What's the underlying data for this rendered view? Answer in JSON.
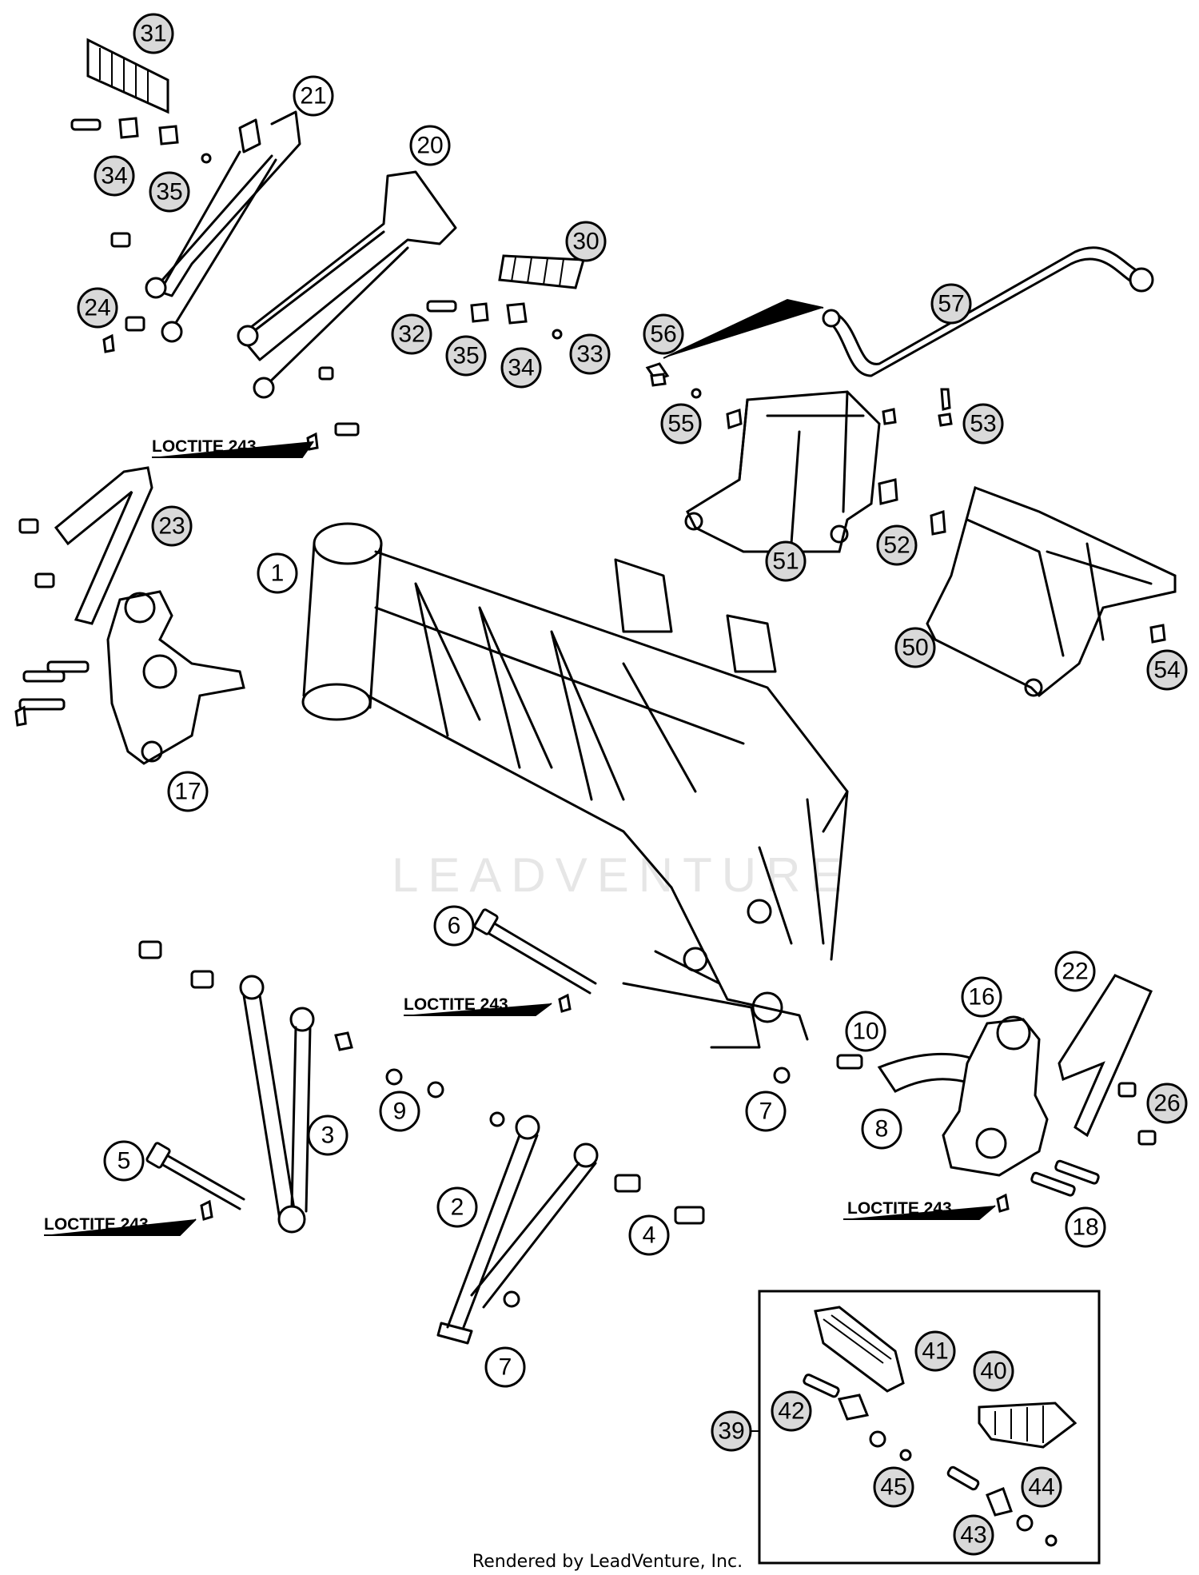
{
  "diagram": {
    "watermark": "LEADVENTURE",
    "footer": "Rendered by LeadVenture, Inc.",
    "notes": {
      "loctite": "LOCTITE 243"
    },
    "callouts": {
      "c1": "1",
      "c2": "2",
      "c3": "3",
      "c4": "4",
      "c5": "5",
      "c6": "6",
      "c7a": "7",
      "c7b": "7",
      "c8": "8",
      "c9": "9",
      "c10": "10",
      "c16": "16",
      "c17": "17",
      "c18": "18",
      "c20": "20",
      "c21": "21",
      "c22": "22",
      "c23": "23",
      "c24": "24",
      "c26": "26",
      "c30": "30",
      "c31": "31",
      "c32": "32",
      "c33": "33",
      "c34a": "34",
      "c34b": "34",
      "c35a": "35",
      "c35b": "35",
      "c39": "39",
      "c40": "40",
      "c41": "41",
      "c42": "42",
      "c43": "43",
      "c44": "44",
      "c45": "45",
      "c50": "50",
      "c51": "51",
      "c52": "52",
      "c53": "53",
      "c54": "54",
      "c55": "55",
      "c56": "56",
      "c57": "57"
    }
  }
}
